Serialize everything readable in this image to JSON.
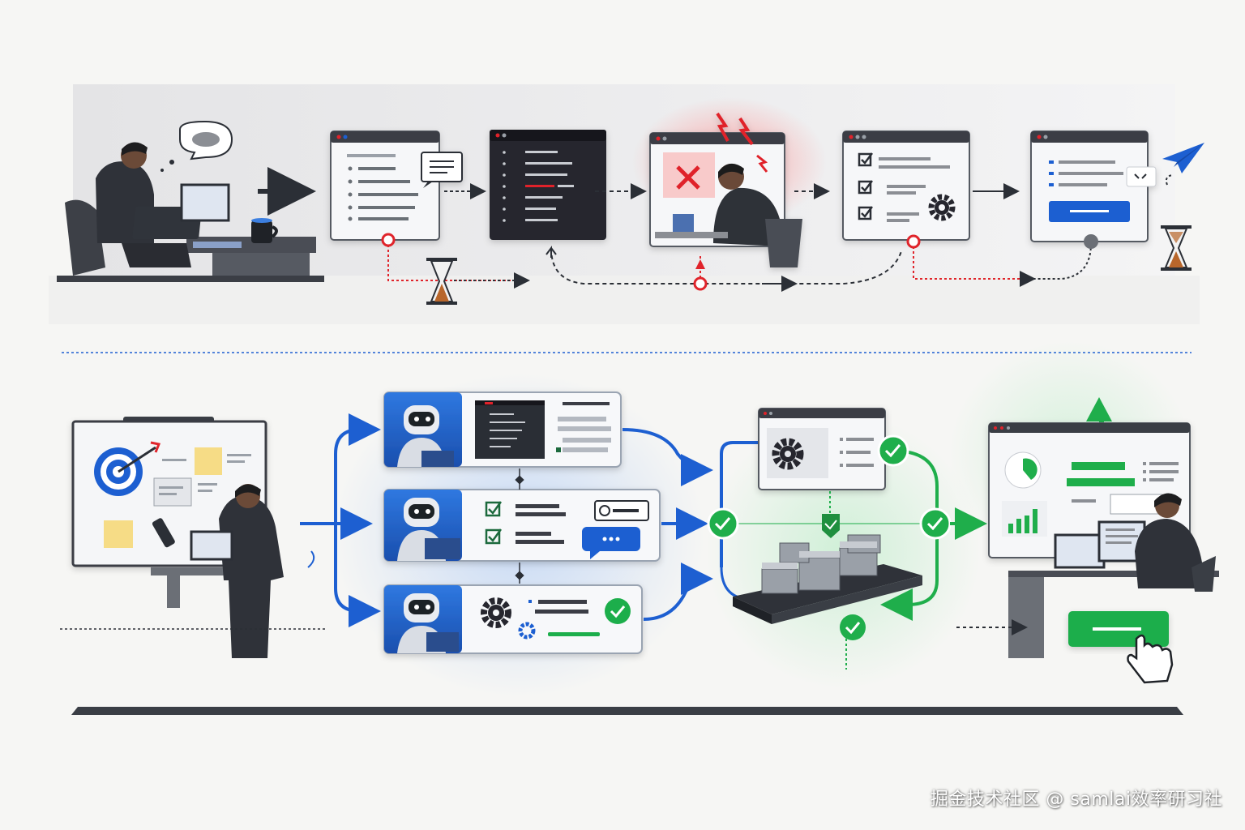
{
  "watermark": {
    "text": "掘金技术社区 @ samlai效率研习社"
  },
  "colors": {
    "dark": "#2b2f36",
    "blue": "#1d5fd1",
    "green": "#1fae4b",
    "red": "#e0242b",
    "bronze": "#b8662b",
    "panel": "#eef0f3"
  },
  "top_row": {
    "steps": [
      {
        "name": "developer-thinking",
        "icon": "thought-bubble-icon"
      },
      {
        "name": "task-list-window",
        "icon": "chat-bubble-icon"
      },
      {
        "name": "code-editor-window",
        "icon": "code-icon"
      },
      {
        "name": "error-window",
        "icon": "error-x-icon"
      },
      {
        "name": "checklist-window",
        "icon": "gear-icon"
      },
      {
        "name": "submit-window",
        "icon": "paper-plane-icon"
      }
    ]
  },
  "bottom_row": {
    "agents": [
      {
        "name": "agent-code",
        "icon": "robot-icon"
      },
      {
        "name": "agent-review",
        "icon": "robot-icon"
      },
      {
        "name": "agent-config",
        "icon": "robot-icon"
      }
    ]
  }
}
